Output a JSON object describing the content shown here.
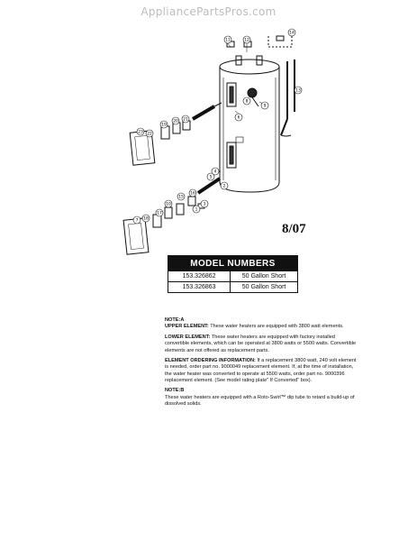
{
  "watermark": "AppliancePartsPros.com",
  "diagram": {
    "date_code": "8/07",
    "callouts": [
      "1",
      "2",
      "3",
      "4",
      "5",
      "6",
      "7",
      "8",
      "9",
      "10",
      "11",
      "12",
      "13",
      "14",
      "15",
      "16",
      "17",
      "18",
      "19",
      "20",
      "21",
      "22",
      "23"
    ]
  },
  "model_table": {
    "title": "MODEL NUMBERS",
    "rows": [
      {
        "model": "153.326862",
        "desc": "50 Gallon Short"
      },
      {
        "model": "153.326863",
        "desc": "50 Gallon Short"
      }
    ]
  },
  "notes": {
    "note_a": "NOTE:A",
    "upper_head": "UPPER ELEMENT:",
    "upper_text": "These water heaters are equipped with 3800 watt elements.",
    "lower_head": "LOWER ELEMENT:",
    "lower_text": "These water heaters are equipped with factory installed convertible elements, which can be operated at 3800 watts or 5500 watts. Convertible elements are not offered as replacement parts.",
    "ordering_head": "ELEMENT ORDERING INFORMATION:",
    "ordering_text": "If a replacement 3800 watt, 240 volt element is needed, order part no. 9000049 replacement element. If, at the time of installation, the water heater was converted to operate at 5500 watts, order part no. 9000396 replacement element. (See model rating plate\" If Converted\" box).",
    "note_b": "NOTE:B",
    "b_text": "These water heaters are equipped with a Roto-Swirl™ dip tube to retard a build-up of dissolved solids."
  }
}
